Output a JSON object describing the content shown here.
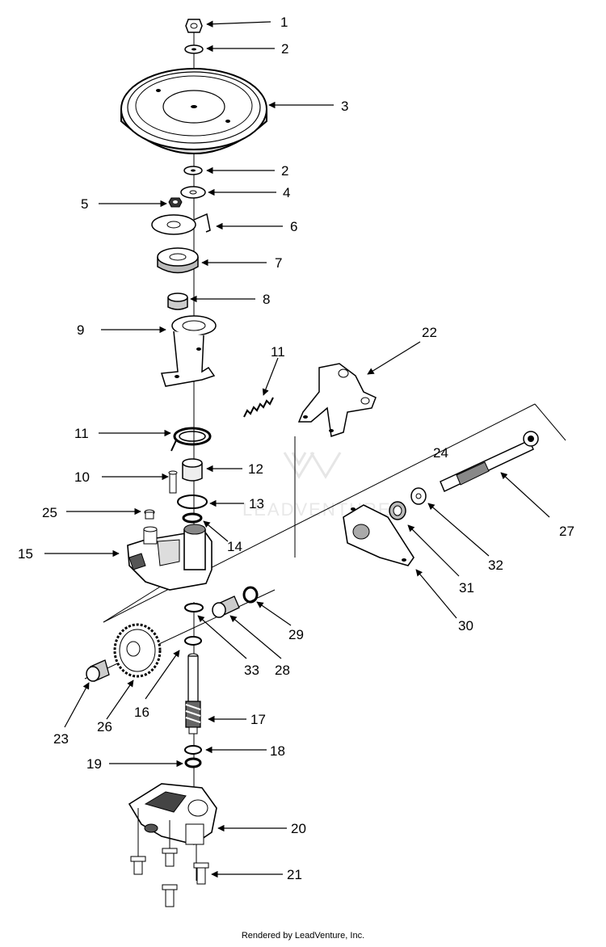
{
  "watermark_text": "LEADVENTURE",
  "footer_text": "Rendered by LeadVenture, Inc.",
  "callouts": [
    "1",
    "2",
    "3",
    "2",
    "4",
    "5",
    "6",
    "7",
    "8",
    "9",
    "11",
    "22",
    "11",
    "24",
    "10",
    "12",
    "25",
    "13",
    "14",
    "15",
    "27",
    "32",
    "31",
    "30",
    "29",
    "33",
    "28",
    "23",
    "26",
    "16",
    "17",
    "18",
    "19",
    "20",
    "21"
  ]
}
